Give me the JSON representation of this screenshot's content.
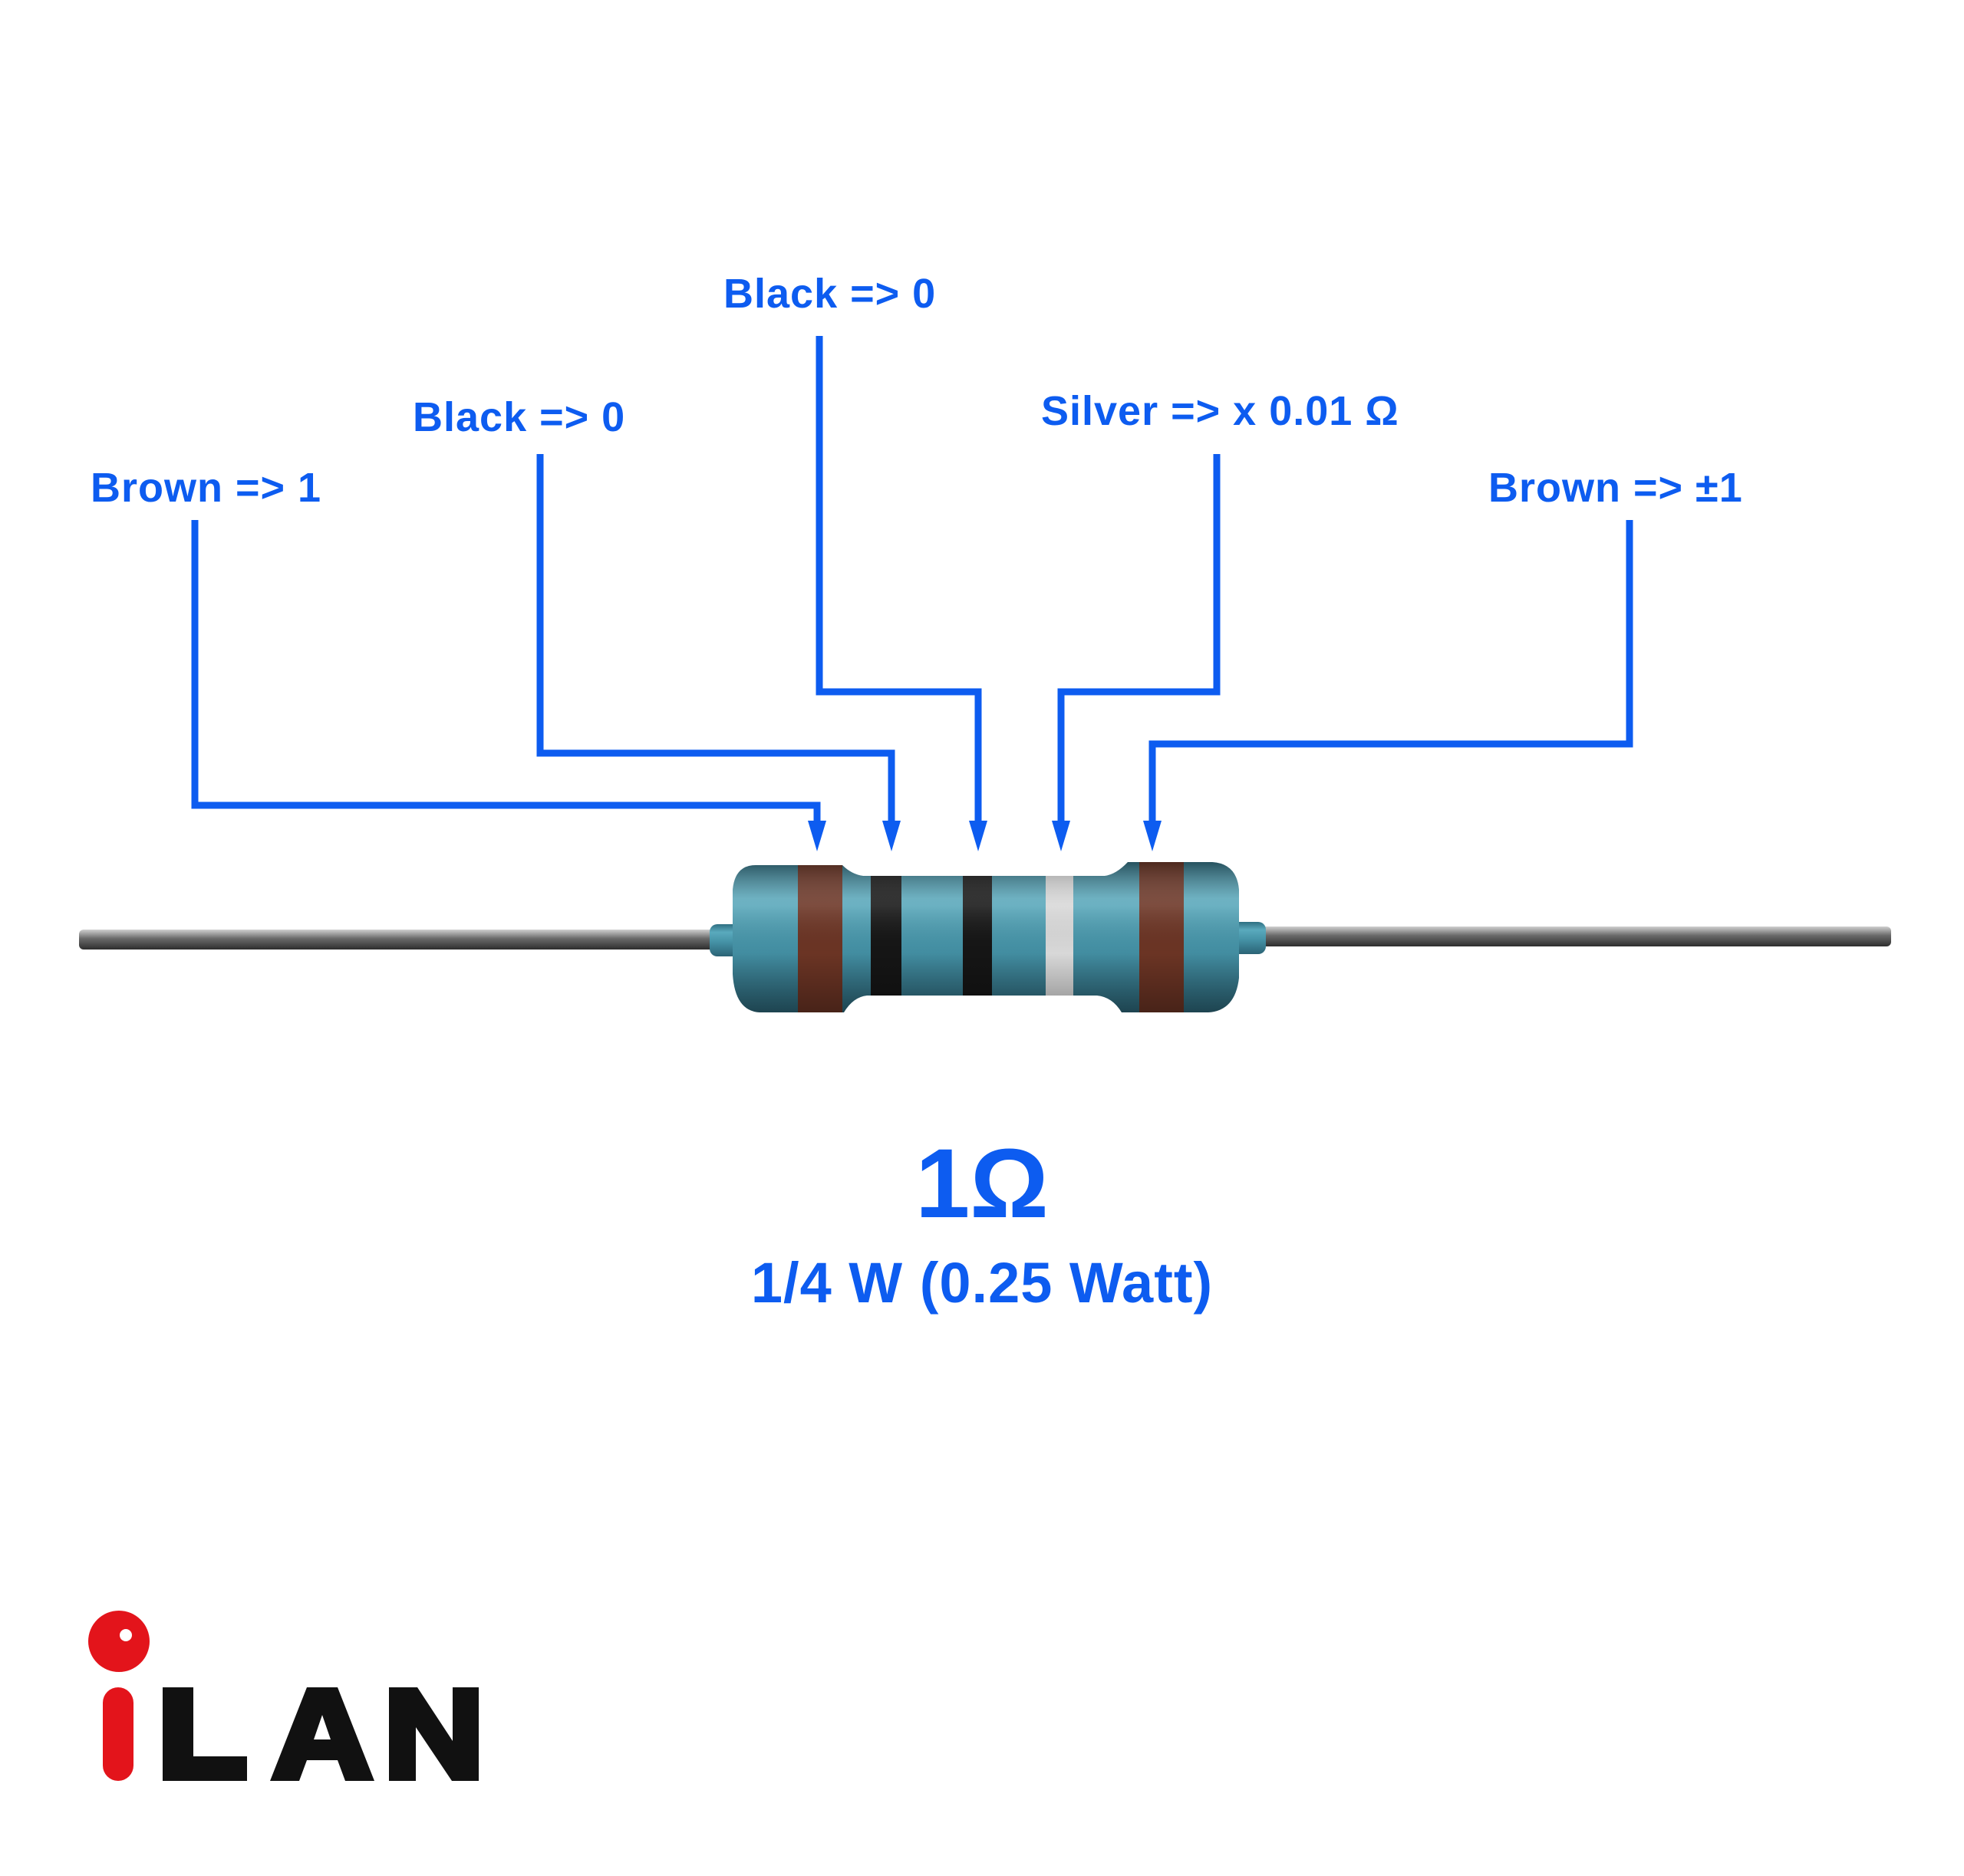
{
  "bands": [
    {
      "label": "Brown => 1",
      "color": "#6b3424"
    },
    {
      "label": "Black => 0",
      "color": "#151515"
    },
    {
      "label": "Black => 0",
      "color": "#151515"
    },
    {
      "label": "Silver => x 0.01 Ω",
      "color": "#d8d8d8"
    },
    {
      "label": "Brown => ±1",
      "color": "#6b3424"
    }
  ],
  "resistance": "1Ω",
  "power": "1/4 W (0.25 Watt)",
  "logo": {
    "text": "iLAN",
    "i_color": "#e3141b",
    "text_color": "#111111"
  },
  "colors": {
    "accent": "#0d5cf0",
    "body": "#4d9bb0"
  }
}
